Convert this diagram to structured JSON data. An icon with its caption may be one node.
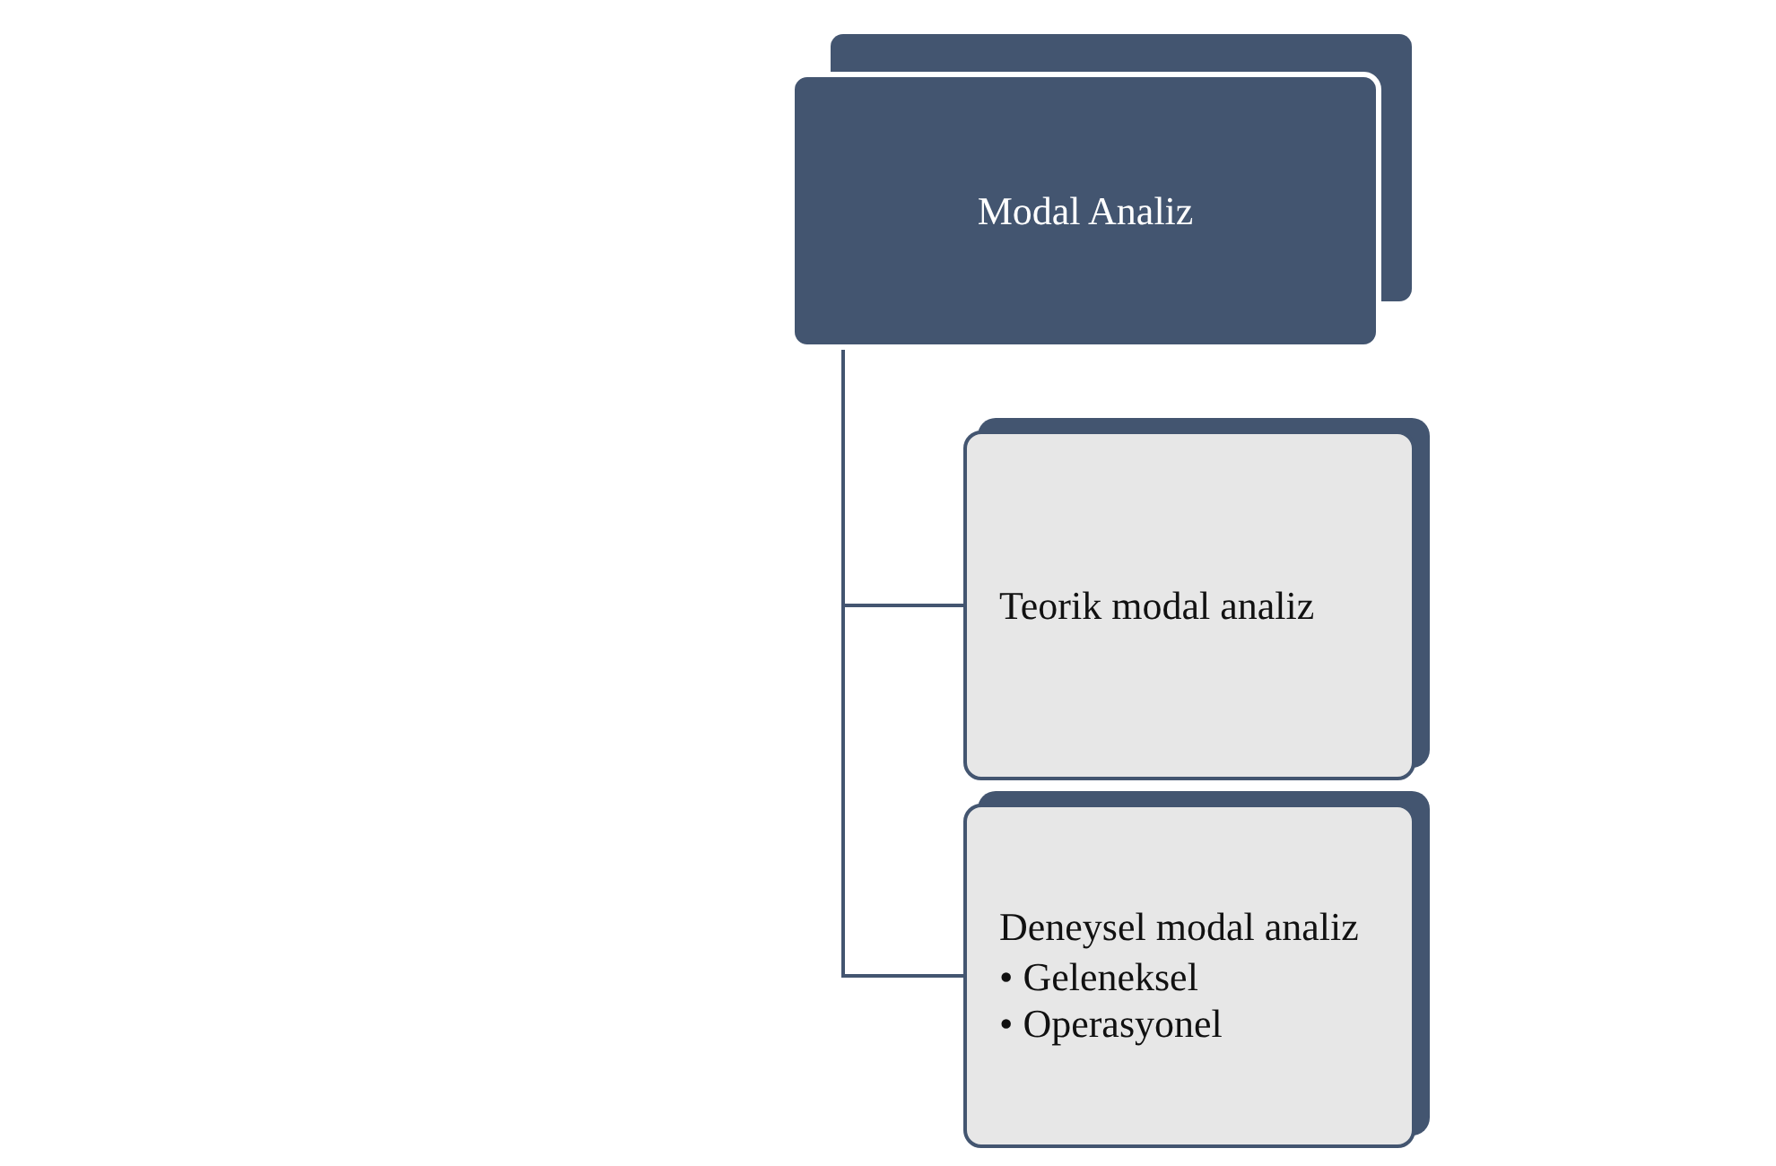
{
  "diagram": {
    "nodes": [
      {
        "text": [
          "Modal Analiz"
        ]
      },
      {
        "text": [
          "Teorik modal analiz"
        ]
      },
      {
        "text": [
          "Deneysel modal analiz",
          "• Geleneksel",
          "• Operasyonel"
        ]
      }
    ],
    "edges": [
      {
        "from": 0,
        "to": 1,
        "arrow": "none"
      },
      {
        "from": 0,
        "to": 2,
        "arrow": "none"
      }
    ]
  }
}
